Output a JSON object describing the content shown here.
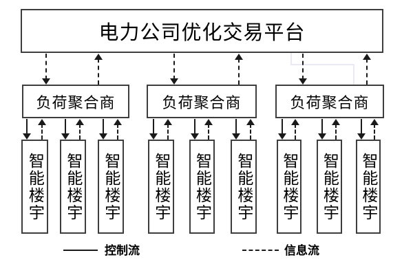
{
  "colors": {
    "line": "#1a1a1a",
    "box_border": "#3d3d3d",
    "background": "#ffffff",
    "text": "#000000",
    "artifact": "#e9eaf3"
  },
  "platform": {
    "label": "电力公司优化交易平台"
  },
  "groups": [
    {
      "aggregator": "负荷聚合商",
      "buildings": [
        "智能楼宇",
        "智能楼宇",
        "智能楼宇"
      ]
    },
    {
      "aggregator": "负荷聚合商",
      "buildings": [
        "智能楼宇",
        "智能楼宇",
        "智能楼宇"
      ]
    },
    {
      "aggregator": "负荷聚合商",
      "buildings": [
        "智能楼宇",
        "智能楼宇",
        "智能楼宇"
      ]
    }
  ],
  "legend": {
    "control_label": "控制流",
    "control_style": "solid",
    "info_label": "信息流",
    "info_style": "dashed"
  }
}
